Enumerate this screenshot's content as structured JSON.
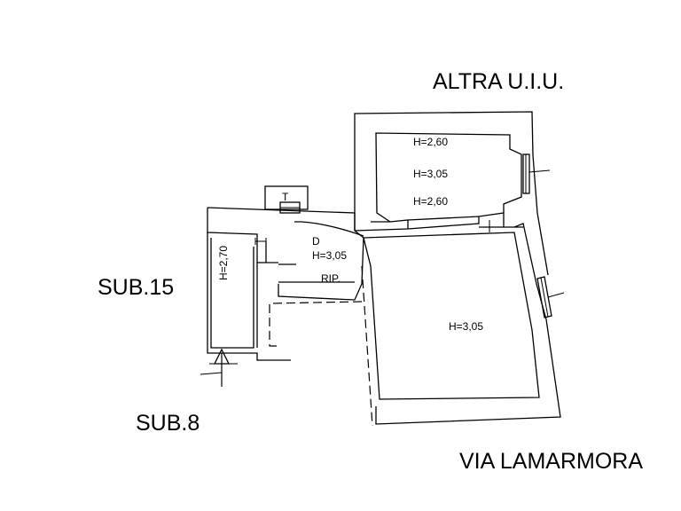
{
  "labels": {
    "altra_uiu": "ALTRA U.I.U.",
    "sub15": "SUB.15",
    "sub8": "SUB.8",
    "via": "VIA LAMARMORA"
  },
  "rooms": {
    "h_top": "H=2,60",
    "h_upper_room": "H=3,05",
    "h_mid": "H=2,60",
    "h_main": "H=3,05",
    "h_d": "H=3,05",
    "h_left": "H=2,70",
    "d": "D",
    "rip": "RIP.",
    "t": "T"
  }
}
